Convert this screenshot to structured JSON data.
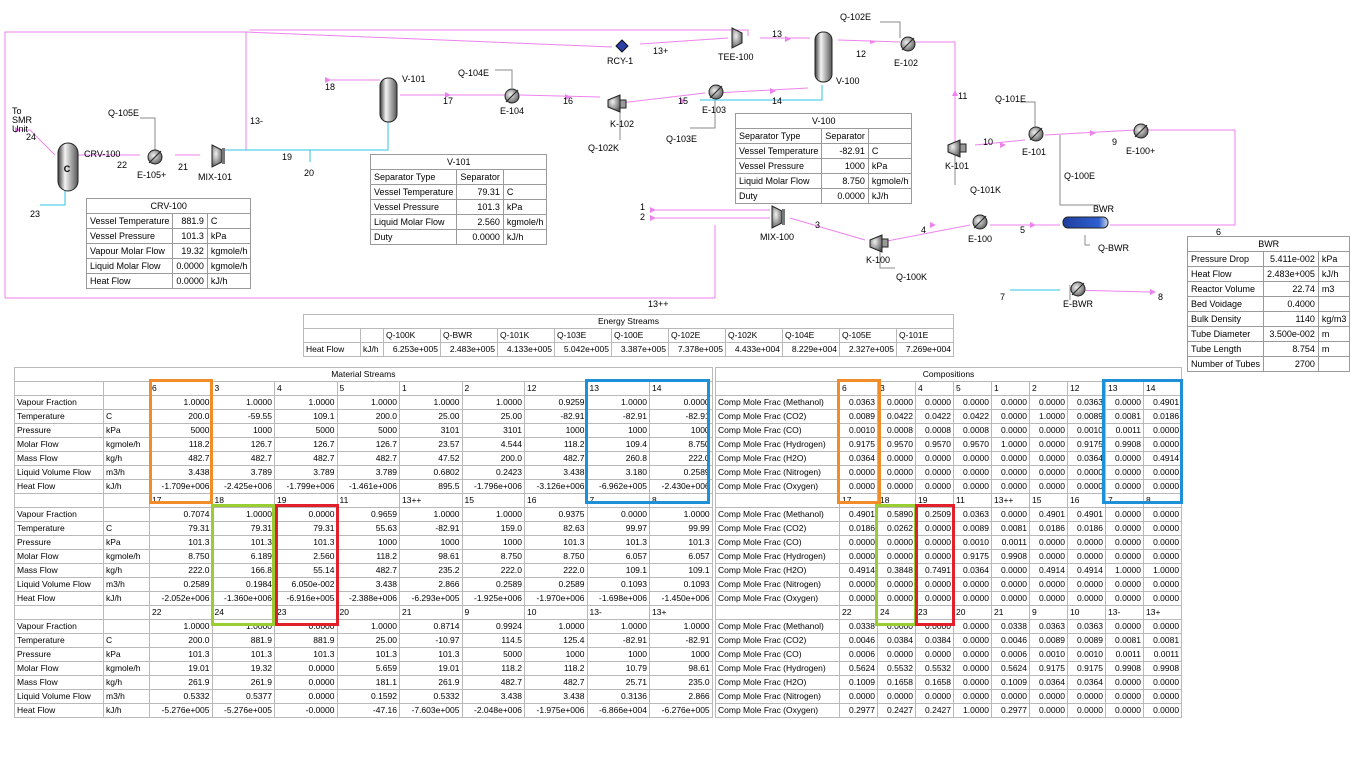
{
  "diagram": {
    "units": {
      "crv100": "CRV-100",
      "mix101": "MIX-101",
      "e105": "E-105+",
      "q105e": "Q-105E",
      "v101": "V-101",
      "e104": "E-104",
      "q104e": "Q-104E",
      "k102": "K-102",
      "q102k": "Q-102K",
      "e103": "E-103",
      "q103e": "Q-103E",
      "rcy1": "RCY-1",
      "tee100": "TEE-100",
      "v100": "V-100",
      "e102": "E-102",
      "q102e": "Q-102E",
      "k101": "K-101",
      "q101k": "Q-101K",
      "e101": "E-101",
      "q101e": "Q-101E",
      "e100p": "E-100+",
      "mix100": "MIX-100",
      "k100": "K-100",
      "q100k": "Q-100K",
      "e100": "E-100",
      "q100e": "Q-100E",
      "bwr": "BWR",
      "qbwr": "Q-BWR",
      "ebwr": "E-BWR"
    },
    "to_smr_unit": [
      "To",
      "SMR",
      "Unit"
    ],
    "streams": {
      "s1": "1",
      "s2": "2",
      "s3": "3",
      "s4": "4",
      "s5": "5",
      "s6": "6",
      "s7": "7",
      "s8": "8",
      "s9": "9",
      "s10": "10",
      "s11": "11",
      "s12": "12",
      "s13": "13",
      "s13p": "13+",
      "s13m": "13-",
      "s13pp": "13++",
      "s14": "14",
      "s15": "15",
      "s16": "16",
      "s17": "17",
      "s18": "18",
      "s19": "19",
      "s20": "20",
      "s21": "21",
      "s22": "22",
      "s23": "23",
      "s24": "24"
    }
  },
  "crv100_table": {
    "title": "CRV-100",
    "rows": [
      {
        "label": "Vessel Temperature",
        "value": "881.9",
        "unit": "C"
      },
      {
        "label": "Vessel Pressure",
        "value": "101.3",
        "unit": "kPa"
      },
      {
        "label": "Vapour Molar Flow",
        "value": "19.32",
        "unit": "kgmole/h"
      },
      {
        "label": "Liquid Molar Flow",
        "value": "0.0000",
        "unit": "kgmole/h"
      },
      {
        "label": "Heat Flow",
        "value": "0.0000",
        "unit": "kJ/h"
      }
    ]
  },
  "v101_table": {
    "title": "V-101",
    "rows": [
      {
        "label": "Separator Type",
        "value": "Separator",
        "unit": ""
      },
      {
        "label": "Vessel Temperature",
        "value": "79.31",
        "unit": "C"
      },
      {
        "label": "Vessel Pressure",
        "value": "101.3",
        "unit": "kPa"
      },
      {
        "label": "Liquid Molar Flow",
        "value": "2.560",
        "unit": "kgmole/h"
      },
      {
        "label": "Duty",
        "value": "0.0000",
        "unit": "kJ/h"
      }
    ]
  },
  "v100_table": {
    "title": "V-100",
    "rows": [
      {
        "label": "Separator Type",
        "value": "Separator",
        "unit": ""
      },
      {
        "label": "Vessel Temperature",
        "value": "-82.91",
        "unit": "C"
      },
      {
        "label": "Vessel Pressure",
        "value": "1000",
        "unit": "kPa"
      },
      {
        "label": "Liquid Molar Flow",
        "value": "8.750",
        "unit": "kgmole/h"
      },
      {
        "label": "Duty",
        "value": "0.0000",
        "unit": "kJ/h"
      }
    ]
  },
  "bwr_table": {
    "title": "BWR",
    "rows": [
      {
        "label": "Pressure Drop",
        "value": "5.411e-002",
        "unit": "kPa"
      },
      {
        "label": "Heat Flow",
        "value": "2.483e+005",
        "unit": "kJ/h"
      },
      {
        "label": "Reactor Volume",
        "value": "22.74",
        "unit": "m3"
      },
      {
        "label": "Bed Voidage",
        "value": "0.4000",
        "unit": ""
      },
      {
        "label": "Bulk Density",
        "value": "1140",
        "unit": "kg/m3"
      },
      {
        "label": "Tube Diameter",
        "value": "3.500e-002",
        "unit": "m"
      },
      {
        "label": "Tube Length",
        "value": "8.754",
        "unit": "m"
      },
      {
        "label": "Number of Tubes",
        "value": "2700",
        "unit": ""
      }
    ]
  },
  "energy_streams": {
    "title": "Energy Streams",
    "row_label": "Heat Flow",
    "unit": "kJ/h",
    "headers": [
      "Q-100K",
      "Q-BWR",
      "Q-101K",
      "Q-103E",
      "Q-100E",
      "Q-102E",
      "Q-102K",
      "Q-104E",
      "Q-105E",
      "Q-101E"
    ],
    "values": [
      "6.253e+005",
      "2.483e+005",
      "4.133e+005",
      "5.042e+005",
      "3.387e+005",
      "7.378e+005",
      "4.433e+004",
      "8.229e+004",
      "2.327e+005",
      "7.269e+004"
    ]
  },
  "material_streams": {
    "title": "Material Streams",
    "row_labels": [
      "Vapour Fraction",
      "Temperature",
      "Pressure",
      "Molar Flow",
      "Mass Flow",
      "Liquid Volume Flow",
      "Heat Flow"
    ],
    "units": [
      "",
      "C",
      "kPa",
      "kgmole/h",
      "kg/h",
      "m3/h",
      "kJ/h"
    ],
    "blocks": [
      {
        "headers": [
          "6",
          "3",
          "4",
          "5",
          "1",
          "2",
          "12",
          "13",
          "14"
        ],
        "rows": [
          [
            "1.0000",
            "1.0000",
            "1.0000",
            "1.0000",
            "1.0000",
            "1.0000",
            "0.9259",
            "1.0000",
            "0.0000"
          ],
          [
            "200.0",
            "-59.55",
            "109.1",
            "200.0",
            "25.00",
            "25.00",
            "-82.91",
            "-82.91",
            "-82.91"
          ],
          [
            "5000",
            "1000",
            "5000",
            "5000",
            "3101",
            "3101",
            "1000",
            "1000",
            "1000"
          ],
          [
            "118.2",
            "126.7",
            "126.7",
            "126.7",
            "23.57",
            "4.544",
            "118.2",
            "109.4",
            "8.750"
          ],
          [
            "482.7",
            "482.7",
            "482.7",
            "482.7",
            "47.52",
            "200.0",
            "482.7",
            "260.8",
            "222.0"
          ],
          [
            "3.438",
            "3.789",
            "3.789",
            "3.789",
            "0.6802",
            "0.2423",
            "3.438",
            "3.180",
            "0.2589"
          ],
          [
            "-1.709e+006",
            "-2.425e+006",
            "-1.799e+006",
            "-1.461e+006",
            "895.5",
            "-1.796e+006",
            "-3.126e+006",
            "-6.962e+005",
            "-2.430e+006"
          ]
        ]
      },
      {
        "headers": [
          "17",
          "18",
          "19",
          "11",
          "13++",
          "15",
          "16",
          "7",
          "8"
        ],
        "rows": [
          [
            "0.7074",
            "1.0000",
            "0.0000",
            "0.9659",
            "1.0000",
            "1.0000",
            "0.9375",
            "0.0000",
            "1.0000"
          ],
          [
            "79.31",
            "79.31",
            "79.31",
            "55.63",
            "-82.91",
            "159.0",
            "82.63",
            "99.97",
            "99.99"
          ],
          [
            "101.3",
            "101.3",
            "101.3",
            "1000",
            "1000",
            "1000",
            "101.3",
            "101.3",
            "101.3"
          ],
          [
            "8.750",
            "6.189",
            "2.560",
            "118.2",
            "98.61",
            "8.750",
            "8.750",
            "6.057",
            "6.057"
          ],
          [
            "222.0",
            "166.8",
            "55.14",
            "482.7",
            "235.2",
            "222.0",
            "222.0",
            "109.1",
            "109.1"
          ],
          [
            "0.2589",
            "0.1984",
            "6.050e-002",
            "3.438",
            "2.866",
            "0.2589",
            "0.2589",
            "0.1093",
            "0.1093"
          ],
          [
            "-2.052e+006",
            "-1.360e+006",
            "-6.916e+005",
            "-2.388e+006",
            "-6.293e+005",
            "-1.925e+006",
            "-1.970e+006",
            "-1.698e+006",
            "-1.450e+006"
          ]
        ]
      },
      {
        "headers": [
          "22",
          "24",
          "23",
          "20",
          "21",
          "9",
          "10",
          "13-",
          "13+"
        ],
        "rows": [
          [
            "1.0000",
            "1.0000",
            "0.0000",
            "1.0000",
            "0.8714",
            "0.9924",
            "1.0000",
            "1.0000",
            "1.0000"
          ],
          [
            "200.0",
            "881.9",
            "881.9",
            "25.00",
            "-10.97",
            "114.5",
            "125.4",
            "-82.91",
            "-82.91"
          ],
          [
            "101.3",
            "101.3",
            "101.3",
            "101.3",
            "101.3",
            "5000",
            "1000",
            "1000",
            "1000"
          ],
          [
            "19.01",
            "19.32",
            "0.0000",
            "5.659",
            "19.01",
            "118.2",
            "118.2",
            "10.79",
            "98.61"
          ],
          [
            "261.9",
            "261.9",
            "0.0000",
            "181.1",
            "261.9",
            "482.7",
            "482.7",
            "25.71",
            "235.0"
          ],
          [
            "0.5332",
            "0.5377",
            "0.0000",
            "0.1592",
            "0.5332",
            "3.438",
            "3.438",
            "0.3136",
            "2.866"
          ],
          [
            "-5.276e+005",
            "-5.276e+005",
            "-0.0000",
            "-47.16",
            "-7.603e+005",
            "-2.048e+006",
            "-1.975e+006",
            "-6.866e+004",
            "-6.276e+005"
          ]
        ]
      }
    ]
  },
  "compositions": {
    "title": "Compositions",
    "row_labels": [
      "Comp Mole Frac (Methanol)",
      "Comp Mole Frac (CO2)",
      "Comp Mole Frac (CO)",
      "Comp Mole Frac (Hydrogen)",
      "Comp Mole Frac (H2O)",
      "Comp Mole Frac (Nitrogen)",
      "Comp Mole Frac (Oxygen)"
    ],
    "blocks": [
      {
        "headers": [
          "6",
          "3",
          "4",
          "5",
          "1",
          "2",
          "12",
          "13",
          "14"
        ],
        "rows": [
          [
            "0.0363",
            "0.0000",
            "0.0000",
            "0.0000",
            "0.0000",
            "0.0000",
            "0.0363",
            "0.0000",
            "0.4901"
          ],
          [
            "0.0089",
            "0.0422",
            "0.0422",
            "0.0422",
            "0.0000",
            "1.0000",
            "0.0089",
            "0.0081",
            "0.0186"
          ],
          [
            "0.0010",
            "0.0008",
            "0.0008",
            "0.0008",
            "0.0000",
            "0.0000",
            "0.0010",
            "0.0011",
            "0.0000"
          ],
          [
            "0.9175",
            "0.9570",
            "0.9570",
            "0.9570",
            "1.0000",
            "0.0000",
            "0.9175",
            "0.9908",
            "0.0000"
          ],
          [
            "0.0364",
            "0.0000",
            "0.0000",
            "0.0000",
            "0.0000",
            "0.0000",
            "0.0364",
            "0.0000",
            "0.4914"
          ],
          [
            "0.0000",
            "0.0000",
            "0.0000",
            "0.0000",
            "0.0000",
            "0.0000",
            "0.0000",
            "0.0000",
            "0.0000"
          ],
          [
            "0.0000",
            "0.0000",
            "0.0000",
            "0.0000",
            "0.0000",
            "0.0000",
            "0.0000",
            "0.0000",
            "0.0000"
          ]
        ]
      },
      {
        "headers": [
          "17",
          "18",
          "19",
          "11",
          "13++",
          "15",
          "16",
          "7",
          "8"
        ],
        "rows": [
          [
            "0.4901",
            "0.5890",
            "0.2509",
            "0.0363",
            "0.0000",
            "0.4901",
            "0.4901",
            "0.0000",
            "0.0000"
          ],
          [
            "0.0186",
            "0.0262",
            "0.0000",
            "0.0089",
            "0.0081",
            "0.0186",
            "0.0186",
            "0.0000",
            "0.0000"
          ],
          [
            "0.0000",
            "0.0000",
            "0.0000",
            "0.0010",
            "0.0011",
            "0.0000",
            "0.0000",
            "0.0000",
            "0.0000"
          ],
          [
            "0.0000",
            "0.0000",
            "0.0000",
            "0.9175",
            "0.9908",
            "0.0000",
            "0.0000",
            "0.0000",
            "0.0000"
          ],
          [
            "0.4914",
            "0.3848",
            "0.7491",
            "0.0364",
            "0.0000",
            "0.4914",
            "0.4914",
            "1.0000",
            "1.0000"
          ],
          [
            "0.0000",
            "0.0000",
            "0.0000",
            "0.0000",
            "0.0000",
            "0.0000",
            "0.0000",
            "0.0000",
            "0.0000"
          ],
          [
            "0.0000",
            "0.0000",
            "0.0000",
            "0.0000",
            "0.0000",
            "0.0000",
            "0.0000",
            "0.0000",
            "0.0000"
          ]
        ]
      },
      {
        "headers": [
          "22",
          "24",
          "23",
          "20",
          "21",
          "9",
          "10",
          "13-",
          "13+"
        ],
        "rows": [
          [
            "0.0338",
            "0.0000",
            "0.0000",
            "0.0000",
            "0.0338",
            "0.0363",
            "0.0363",
            "0.0000",
            "0.0000"
          ],
          [
            "0.0046",
            "0.0384",
            "0.0384",
            "0.0000",
            "0.0046",
            "0.0089",
            "0.0089",
            "0.0081",
            "0.0081"
          ],
          [
            "0.0006",
            "0.0000",
            "0.0000",
            "0.0000",
            "0.0006",
            "0.0010",
            "0.0010",
            "0.0011",
            "0.0011"
          ],
          [
            "0.5624",
            "0.5532",
            "0.5532",
            "0.0000",
            "0.5624",
            "0.9175",
            "0.9175",
            "0.9908",
            "0.9908"
          ],
          [
            "0.1009",
            "0.1658",
            "0.1658",
            "0.0000",
            "0.1009",
            "0.0364",
            "0.0364",
            "0.0000",
            "0.0000"
          ],
          [
            "0.0000",
            "0.0000",
            "0.0000",
            "0.0000",
            "0.0000",
            "0.0000",
            "0.0000",
            "0.0000",
            "0.0000"
          ],
          [
            "0.2977",
            "0.2427",
            "0.2427",
            "1.0000",
            "0.2977",
            "0.0000",
            "0.0000",
            "0.0000",
            "0.0000"
          ]
        ]
      }
    ]
  },
  "highlight_colors": {
    "orange": "#f28c28",
    "blue": "#1e90d8",
    "green": "#9acd32",
    "red": "#e0202a"
  }
}
